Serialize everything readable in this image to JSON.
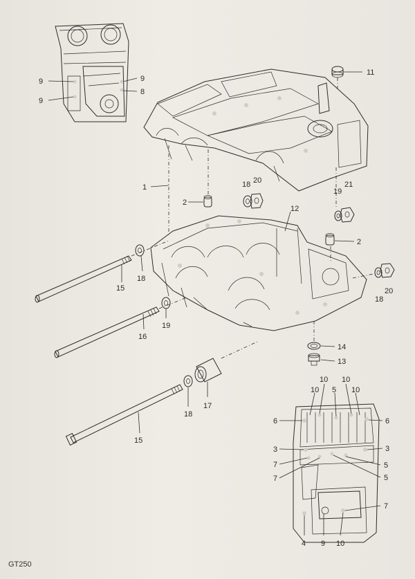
{
  "model_code": "GT250",
  "inset_top_left": {
    "callouts": [
      "9",
      "9",
      "9",
      "8"
    ]
  },
  "main_callouts": {
    "c11": "11",
    "c1": "1",
    "c2_upper": "2",
    "c18_upper": "18",
    "c20_upper": "20",
    "c19_right": "19",
    "c21": "21",
    "c12": "12",
    "c2_lower": "2",
    "c18_right": "18",
    "c20_right": "20",
    "c15_upper": "15",
    "c18_left": "18",
    "c16": "16",
    "c19_left": "19",
    "c14": "14",
    "c13": "13",
    "c17": "17",
    "c18_bottom": "18",
    "c15_lower": "15"
  },
  "inset_bottom_right": {
    "top_row": [
      "10",
      "10",
      "5",
      "10",
      "10"
    ],
    "left_side": [
      "6",
      "3",
      "7",
      "7"
    ],
    "right_side": [
      "6",
      "3",
      "5",
      "5",
      "7"
    ],
    "bottom_row": [
      "4",
      "9",
      "10"
    ]
  }
}
